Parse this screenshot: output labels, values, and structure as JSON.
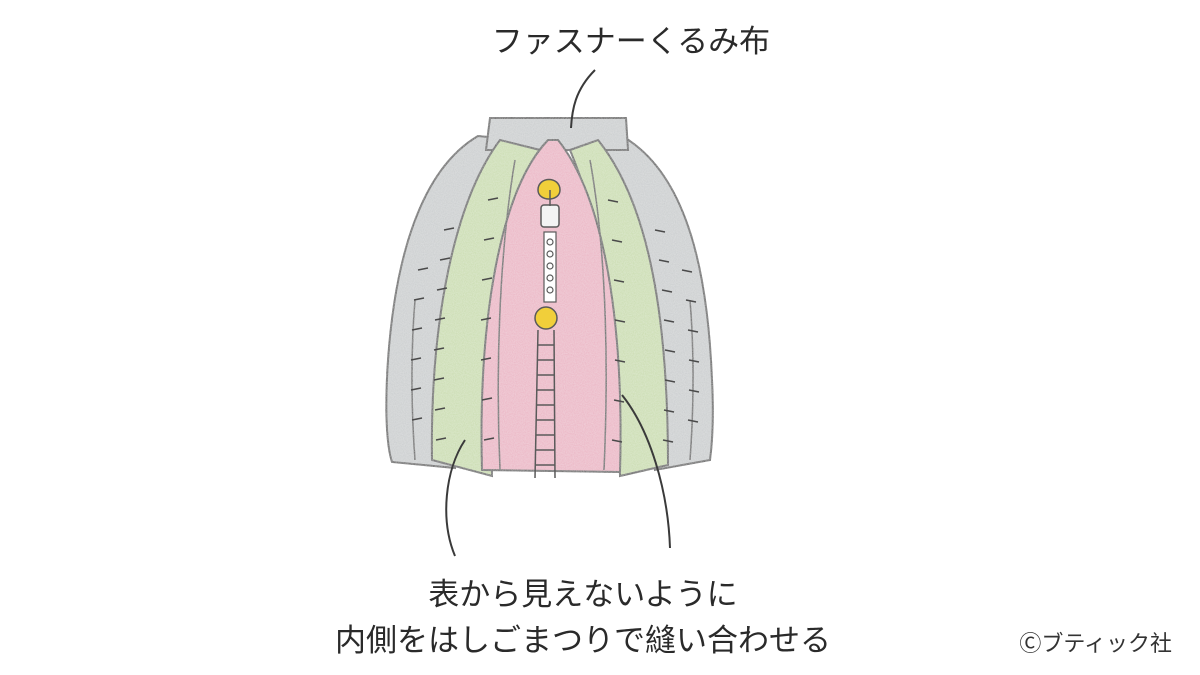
{
  "labels": {
    "top": "ファスナーくるみ布",
    "bottom_line1": "表から見えないように",
    "bottom_line2": "内側をはしごまつりで縫い合わせる",
    "copyright": "Ⓒブティック社"
  },
  "colors": {
    "gray_fabric": "#c9cccd",
    "green_fabric": "#c9dcae",
    "pink_fabric": "#eab3c3",
    "zipper_yellow": "#f1cf3a",
    "line": "#5a5a5a"
  }
}
